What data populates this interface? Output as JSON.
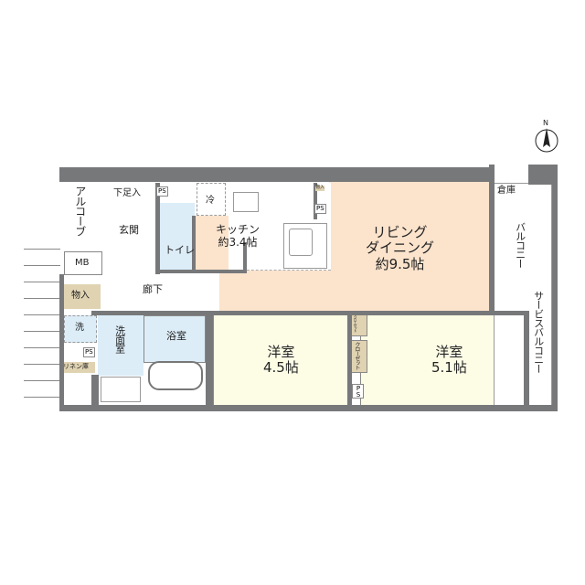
{
  "compass": {
    "label": "N"
  },
  "rooms": {
    "alcove": "アルコーブ",
    "shoe_storage": "下足入",
    "entrance": "玄関",
    "mb": "MB",
    "storage": "物入",
    "hallway": "廊下",
    "toilet": "トイレ",
    "kitchen": "キッチン",
    "kitchen_size": "約3.4帖",
    "fridge": "冷",
    "kitchen_storage": "物入",
    "living": "リビング",
    "dining": "ダイニング",
    "living_size": "約9.5帖",
    "warehouse": "倉庫",
    "balcony": "バルコニー",
    "service_balcony": "サービスバルコニー",
    "washer": "洗",
    "washroom": "洗面室",
    "linen": "リネン庫",
    "bathroom": "浴室",
    "western1": "洋室",
    "western1_size": "4.5帖",
    "western2": "洋室",
    "western2_size": "5.1帖",
    "closet_small": "クローゼット",
    "closet": "クローゼット",
    "ps": "PS"
  },
  "colors": {
    "wall": "#77787a",
    "living": "#fbe3cc",
    "western": "#fdfde6",
    "water": "#dcedf8",
    "storage": "#e0d3b2"
  }
}
